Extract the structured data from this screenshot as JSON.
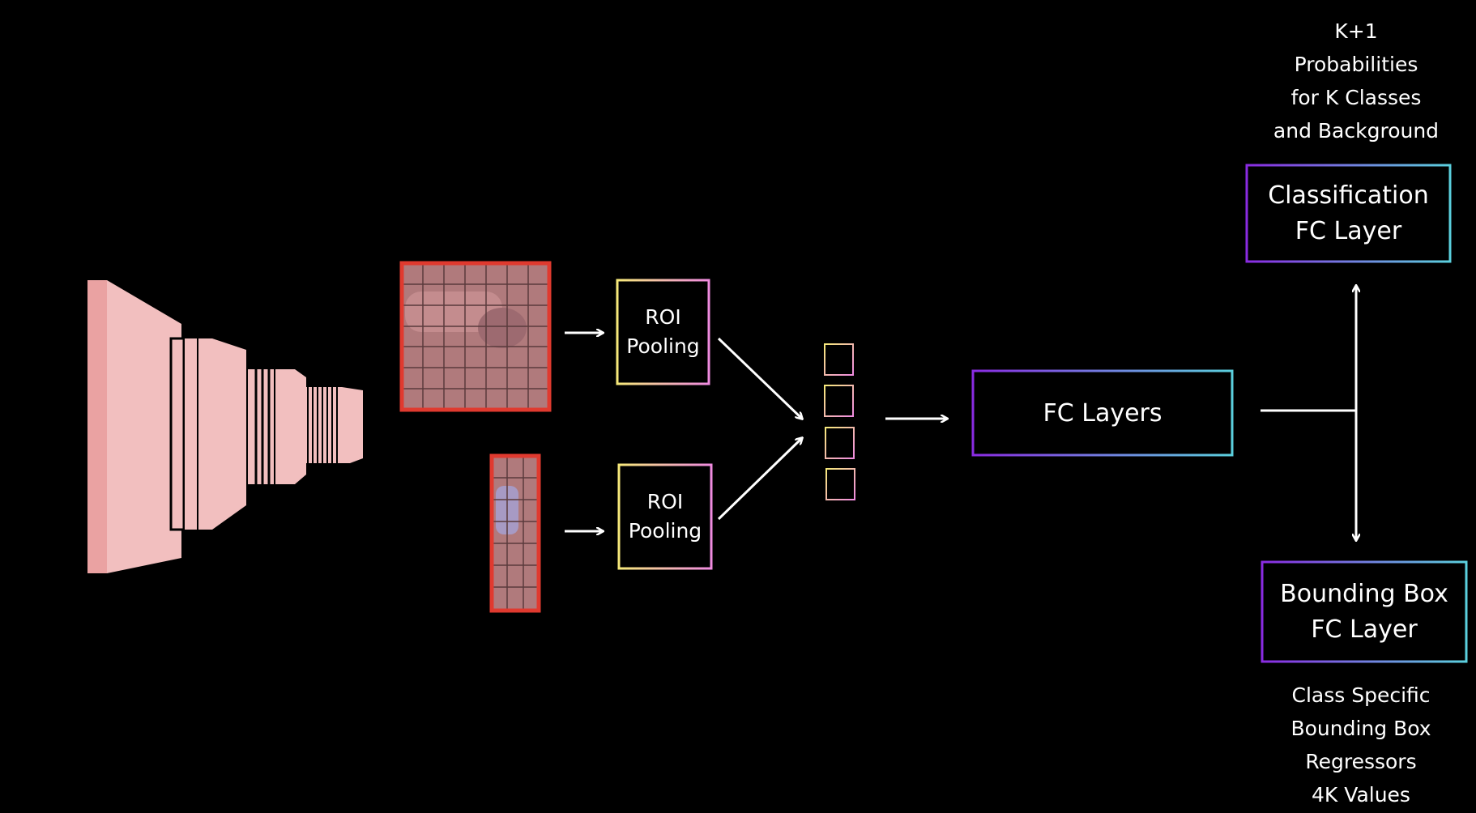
{
  "roi_pooling_top": {
    "label": "ROI\nPooling"
  },
  "roi_pooling_bottom": {
    "label": "ROI\nPooling"
  },
  "fc_layers": {
    "label": "FC Layers"
  },
  "classification_layer": {
    "label": "Classification\nFC Layer"
  },
  "bbox_layer": {
    "label": "Bounding Box\nFC Layer"
  },
  "classification_output": {
    "text": "K+1\nProbabilities\nfor K Classes\nand Background"
  },
  "bbox_output": {
    "text": "Class Specific\nBounding Box\nRegressors\n4K Values"
  },
  "colors": {
    "background": "#000000",
    "cnn_fill": "#f2bfbf",
    "cnn_face": "#eaa2a2",
    "roi_border": "#e03a2f",
    "roi_fill": "#b07a7c",
    "grad_purple": "#8a2be2",
    "grad_cyan": "#5bd0de",
    "grad_yellow": "#f6e97a",
    "grad_pink": "#f08be0",
    "line": "#ffffff"
  }
}
